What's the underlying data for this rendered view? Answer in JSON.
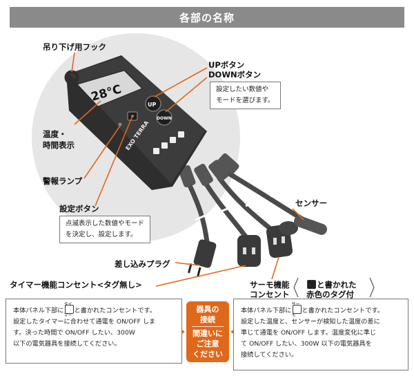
{
  "header": {
    "title": "各部の名称"
  },
  "device": {
    "display": "28°C",
    "buttons": {
      "up": "UP",
      "down": "DOWN"
    },
    "brand": "EXO TERRA"
  },
  "labels": {
    "hook": "吊り下げ用フック",
    "up_button": "UPボタン",
    "down_button": "DOWNボタン",
    "temp_time": "温度・",
    "temp_time_2": "時間表示",
    "alarm": "警報ランプ",
    "set_button": "設定ボタン",
    "sensor": "センサー",
    "plug": "差し込みプラグ",
    "timer_outlet": "タイマー機能コンセント<タグ無し>",
    "thermo_outlet_1": "サーモ機能",
    "thermo_outlet_2": "コンセント",
    "thermo_tag_1": "と書かれた",
    "thermo_tag_2": "赤色のタグ付"
  },
  "notes": {
    "updown_1": "設定したい数値や",
    "updown_2": "モードを選びます。",
    "set_1": "点滅表示した数値やモード",
    "set_2": "を決定し、設定します。"
  },
  "timer_box": {
    "ruby": "タイマー",
    "l1a": "本体パネル下部に",
    "l1b": "と書かれたコンセントです。",
    "l2": "設定したタイマーに合わせて通電を ON/OFF しま",
    "l3": "す。決った時間で ON/OFF したい、300W",
    "l4": "以下の電気器具を接続してください。"
  },
  "thermo_box": {
    "ruby": "サーモ",
    "l1a": "本体パネル下部に",
    "l1b": "と書かれたコンセントです。",
    "l2": "設定した温度と、センサーが検知した温度の差に",
    "l3": "準じて通電を ON/OFF します。温度変化に準じ",
    "l4": "て ON/OFF したい、300W 以下の電気器具を",
    "l5": "接続してください。"
  },
  "warning": {
    "l1": "器具の",
    "l2": "接続",
    "l3": "間違いに",
    "l4": "ご注意",
    "l5": "ください"
  },
  "colors": {
    "accent": "#e0681b",
    "header": "#8a8a8a",
    "device": "#3a3a3a"
  }
}
